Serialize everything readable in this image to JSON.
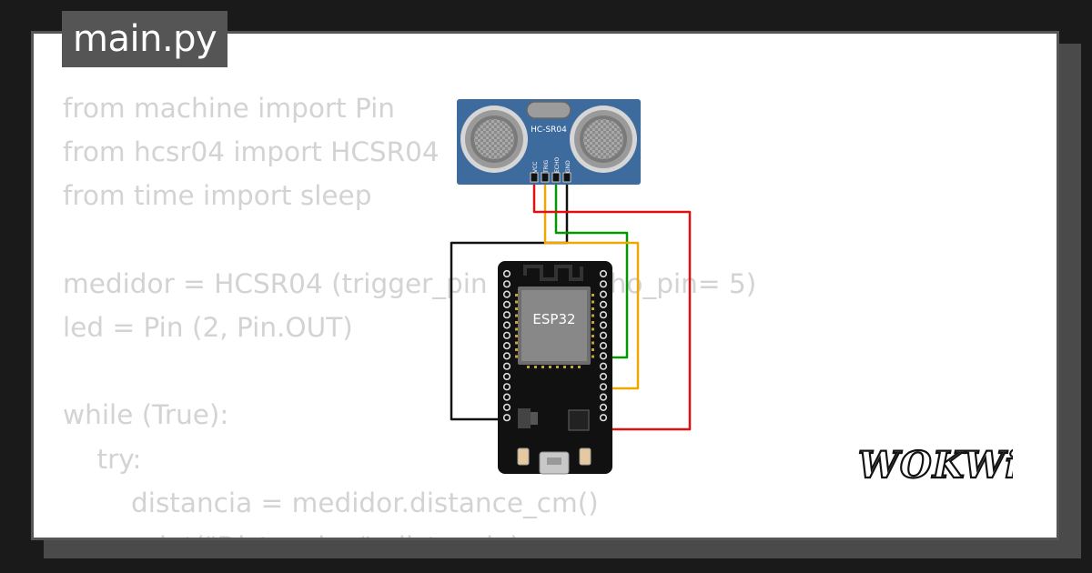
{
  "editor": {
    "file_tab": "main.py",
    "code_lines": [
      "from machine import Pin",
      "from hcsr04 import HCSR04",
      "from time import sleep",
      "",
      "medidor = HCSR04 (trigger_pin = 18, echo_pin= 5)",
      "led = Pin (2, Pin.OUT)",
      "",
      "while (True):",
      "    try:",
      "        distancia = medidor.distance_cm()",
      "        print(\"Distancia: \", distancia)"
    ]
  },
  "diagram": {
    "sensor": {
      "name": "HC-SR04",
      "pins": [
        "VCC",
        "TRIG",
        "ECHO",
        "GND"
      ]
    },
    "board": {
      "name": "ESP32"
    },
    "wire_colors": {
      "vcc": "#e01010",
      "trig": "#f0a800",
      "echo": "#009900",
      "gnd": "#111111"
    }
  },
  "brand": {
    "logo_text": "WOKWi"
  }
}
